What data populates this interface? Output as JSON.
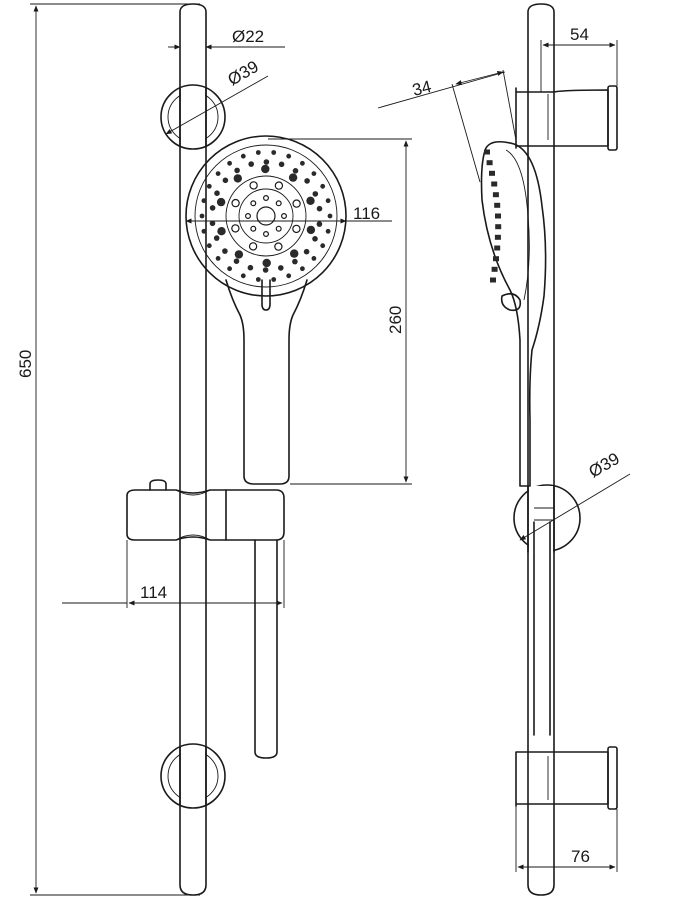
{
  "dimensions": {
    "height_total": "650",
    "rod_diameter": "Ø22",
    "bracket_diameter_top": "Ø39",
    "head_diameter": "116",
    "handle_length": "260",
    "slider_depth": "114",
    "head_offset": "34",
    "wall_distance_top": "54",
    "bracket_diameter_side": "Ø39",
    "wall_distance_bottom": "76"
  }
}
